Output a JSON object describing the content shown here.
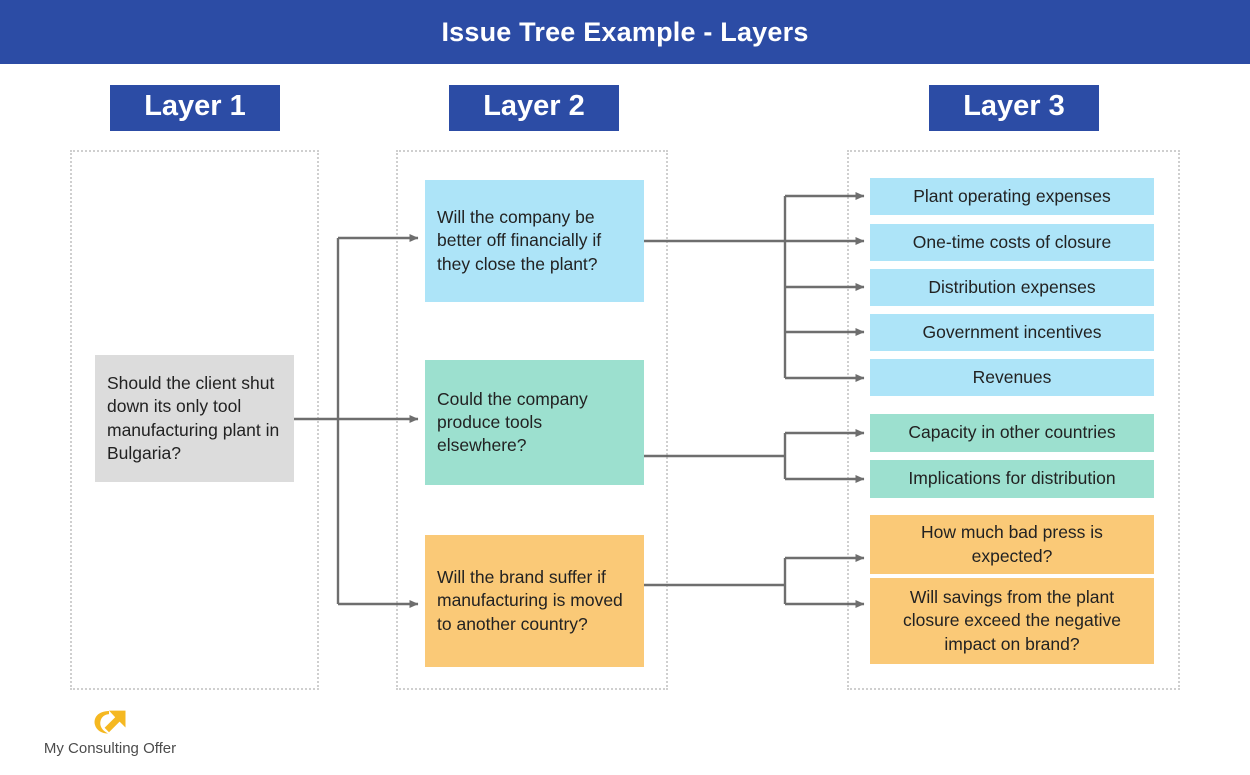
{
  "header": {
    "title": "Issue Tree Example - Layers",
    "bg_color": "#2c4ca5",
    "text_color": "#ffffff"
  },
  "layers": [
    {
      "id": "layer-1",
      "label": "Layer 1"
    },
    {
      "id": "layer-2",
      "label": "Layer 2"
    },
    {
      "id": "layer-3",
      "label": "Layer 3"
    }
  ],
  "colors": {
    "brand_blue": "#2c4ca5",
    "node_gray": "#dcdcdc",
    "node_blue": "#ade4f8",
    "node_green": "#9ce0cf",
    "node_orange": "#fac977",
    "connector": "#6e6e6e",
    "frame_dotted": "#cfcfcf",
    "logo_gold": "#f5b821"
  },
  "tree": {
    "root": {
      "text": "Should the client shut down its only tool manufacturing plant in Bulgaria?",
      "color": "#dcdcdc"
    },
    "layer2": [
      {
        "text": "Will the company be better off financially if they close the plant?",
        "color": "#ade4f8"
      },
      {
        "text": "Could the company produce tools elsewhere?",
        "color": "#9ce0cf"
      },
      {
        "text": "Will the brand suffer if manufacturing is moved to another country?",
        "color": "#fac977"
      }
    ],
    "layer3": [
      {
        "text": "Plant operating expenses",
        "color": "#ade4f8",
        "parent": 0
      },
      {
        "text": "One-time costs of closure",
        "color": "#ade4f8",
        "parent": 0
      },
      {
        "text": "Distribution expenses",
        "color": "#ade4f8",
        "parent": 0
      },
      {
        "text": "Government incentives",
        "color": "#ade4f8",
        "parent": 0
      },
      {
        "text": "Revenues",
        "color": "#ade4f8",
        "parent": 0
      },
      {
        "text": "Capacity in other countries",
        "color": "#9ce0cf",
        "parent": 1
      },
      {
        "text": "Implications for distribution",
        "color": "#9ce0cf",
        "parent": 1
      },
      {
        "text": "How much bad press is expected?",
        "color": "#fac977",
        "parent": 2
      },
      {
        "text": "Will savings from the plant closure exceed the negative impact on brand?",
        "color": "#fac977",
        "parent": 2
      }
    ]
  },
  "brand": {
    "name": "My Consulting Offer",
    "icon": "curved-arrow-icon"
  }
}
